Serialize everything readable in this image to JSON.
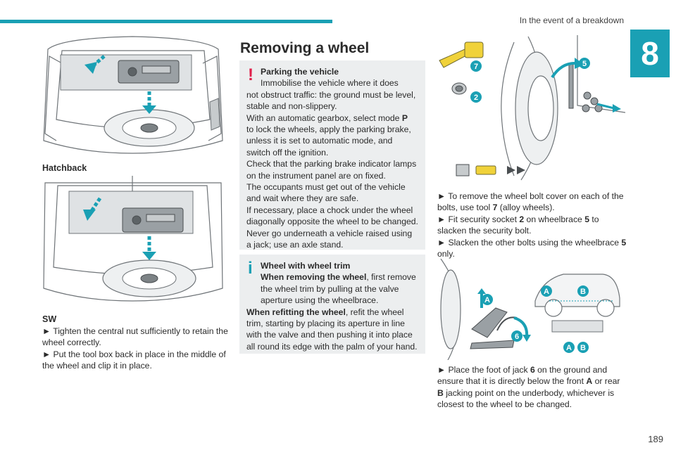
{
  "header": {
    "section_title": "In the event of a breakdown",
    "chapter_number": "8",
    "page_number": "189"
  },
  "left": {
    "caption_hatchback": "Hatchback",
    "caption_sw": "SW",
    "steps": [
      "► Tighten the central nut sufficiently to retain the wheel correctly.",
      "► Put the tool box back in place in the middle of the wheel and clip it in place."
    ]
  },
  "middle": {
    "heading": "Removing a wheel",
    "warning": {
      "title": "Parking the vehicle",
      "first_line": "Immobilise the vehicle where it does",
      "lines": [
        "not obstruct traffic: the ground must be level, stable and non-slippery.",
        "With an automatic gearbox, select mode",
        "to lock the wheels, apply the parking brake, unless it is set to automatic mode, and switch off the ignition.",
        "Check that the parking brake indicator lamps on the instrument panel are on fixed.",
        "The occupants must get out of the vehicle and wait where they are safe.",
        "If necessary, place a chock under the wheel diagonally opposite the wheel to be changed.",
        "Never go underneath a vehicle raised using a jack; use an axle stand."
      ],
      "mode": "P"
    },
    "info": {
      "title": "Wheel with wheel trim",
      "remove_bold": "When removing the wheel",
      "remove_text": ", first remove the wheel trim by pulling at the valve aperture using the wheelbrace.",
      "refit_bold": "When refitting the wheel",
      "refit_text": ", refit the wheel trim, starting by placing its aperture in line with the valve and then pushing it into place all round its edge with the palm of your hand."
    }
  },
  "right": {
    "fig1_labels": {
      "tool": "7",
      "socket": "2",
      "wheelbrace": "5"
    },
    "step1_a": "► To remove the wheel bolt cover on each of the bolts, use tool",
    "step1_num": "7",
    "step1_b": "(alloy wheels).",
    "step2_a": "► Fit security socket",
    "step2_num1": "2",
    "step2_b": "on wheelbrace",
    "step2_num2": "5",
    "step2_c": "to slacken the security bolt.",
    "step3_a": "► Slacken the other bolts using the wheelbrace",
    "step3_num": "5",
    "step3_b": "only.",
    "fig2_labels": {
      "front": "A",
      "rear": "B",
      "jack": "6"
    },
    "step4_a": "► Place the foot of jack",
    "step4_num": "6",
    "step4_b": "on the ground and ensure that it is directly below the front",
    "step4_A": "A",
    "step4_c": "or rear",
    "step4_B": "B",
    "step4_d": "jacking point on the underbody, whichever is closest to the wheel to be changed."
  },
  "colors": {
    "accent": "#1aa0b4",
    "warning": "#e0204b",
    "note_bg": "#eceeef",
    "line_art": "#6f7478"
  }
}
